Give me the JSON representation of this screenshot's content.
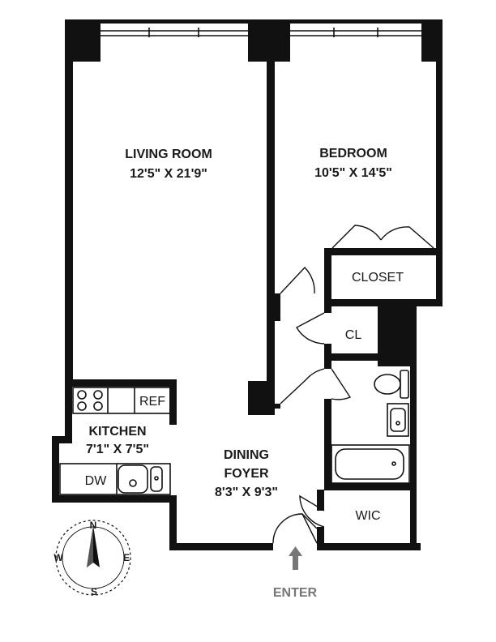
{
  "rooms": {
    "living_room": {
      "name": "LIVING ROOM",
      "dims": "12'5\" X 21'9\""
    },
    "bedroom": {
      "name": "BEDROOM",
      "dims": "10'5\" X 14'5\""
    },
    "closet": {
      "name": "CLOSET"
    },
    "cl": {
      "name": "CL"
    },
    "kitchen": {
      "name": "KITCHEN",
      "dims": "7'1\" X 7'5\""
    },
    "dining_foyer": {
      "name1": "DINING",
      "name2": "FOYER",
      "dims": "8'3\" X 9'3\""
    },
    "wic": {
      "name": "WIC"
    }
  },
  "appliances": {
    "ref": "REF",
    "dw": "DW"
  },
  "entry": {
    "label": "ENTER"
  },
  "compass": {
    "n": "N",
    "s": "S",
    "e": "E",
    "w": "W"
  },
  "colors": {
    "wall": "#111111",
    "entry_arrow": "#777777"
  }
}
